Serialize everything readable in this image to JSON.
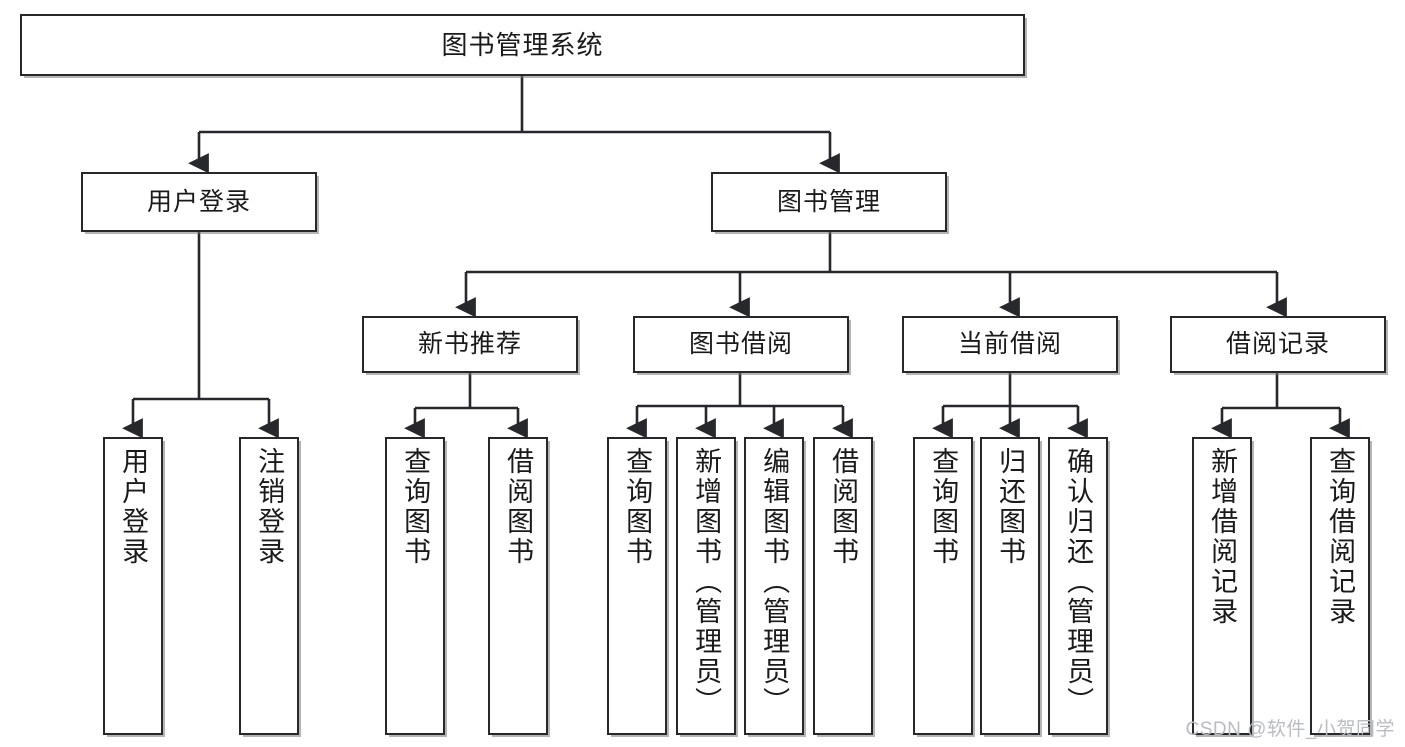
{
  "diagram": {
    "title": "图书管理系统",
    "type": "tree-flowchart",
    "colors": {
      "box_border": "#26282b",
      "box_fill": "#ffffff",
      "edge": "#26282b",
      "text": "#1a1a1a",
      "watermark": "#b9bcc0",
      "background": "#ffffff"
    },
    "root": {
      "label": "图书管理系统"
    },
    "level2": [
      {
        "label": "用户登录"
      },
      {
        "label": "图书管理"
      }
    ],
    "level3": [
      {
        "label": "新书推荐"
      },
      {
        "label": "图书借阅"
      },
      {
        "label": "当前借阅"
      },
      {
        "label": "借阅记录"
      }
    ],
    "leaves": {
      "user_login": [
        {
          "label": "用户登录"
        },
        {
          "label": "注销登录"
        }
      ],
      "new_book_recommend": [
        {
          "label": "查询图书"
        },
        {
          "label": "借阅图书"
        }
      ],
      "book_borrow": [
        {
          "label": "查询图书"
        },
        {
          "label": "新增图书（管理员）"
        },
        {
          "label": "编辑图书（管理员）"
        },
        {
          "label": "借阅图书"
        }
      ],
      "current_borrow": [
        {
          "label": "查询图书"
        },
        {
          "label": "归还图书"
        },
        {
          "label": "确认归还（管理员）"
        }
      ],
      "borrow_record": [
        {
          "label": "新增借阅记录"
        },
        {
          "label": "查询借阅记录"
        }
      ]
    },
    "watermark": "CSDN @软件_小贺同学"
  }
}
